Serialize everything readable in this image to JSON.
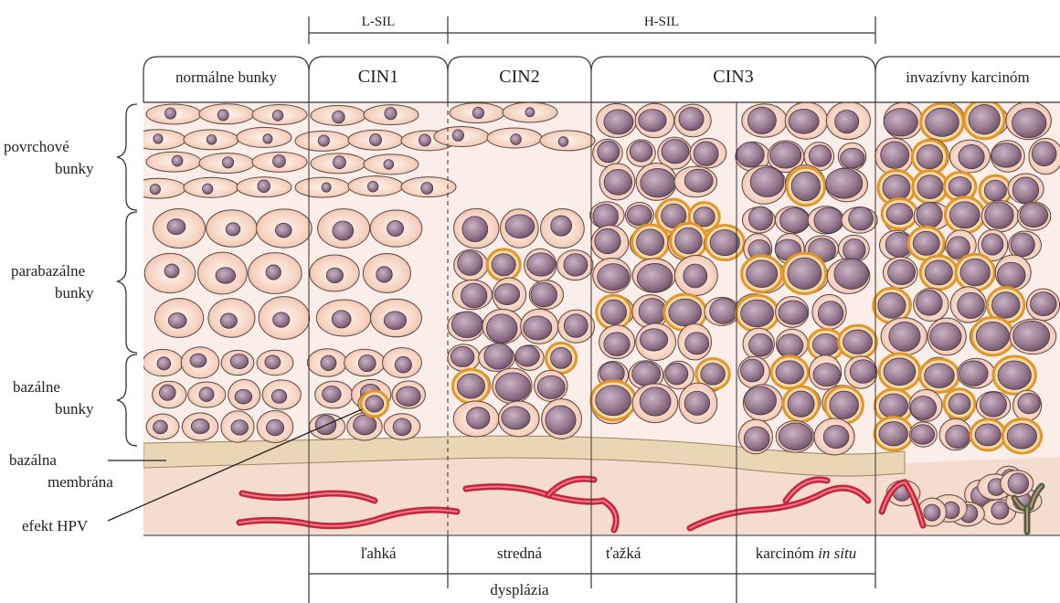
{
  "top_groups": {
    "lsil": "L-SIL",
    "hsil": "H-SIL"
  },
  "columns": {
    "normal": "normálne bunky",
    "cin1": "CIN1",
    "cin2": "CIN2",
    "cin3": "CIN3",
    "invasive": "invazívny karcinóm"
  },
  "left_labels": {
    "superficial_1": "povrchové",
    "superficial_2": "bunky",
    "parabasal_1": "parabazálne",
    "parabasal_2": "bunky",
    "basal_1": "bazálne",
    "basal_2": "bunky",
    "membrane_1": "bazálna",
    "membrane_2": "membrána",
    "hpv": "efekt HPV"
  },
  "bottom": {
    "mild": "ľahká",
    "moderate": "stredná",
    "severe": "ťažká",
    "cis_prefix": "karcinóm",
    "cis_italic": "in situ",
    "dysplasia": "dysplázia"
  },
  "colors": {
    "cell_fill": "#f3c9b6",
    "cell_edge": "#5a4a48",
    "nucleus": "#9c7f96",
    "halo": "#e0962a",
    "membrane": "#e9d6b4",
    "stroma": "#f4dccf",
    "vessel": "#c4263c",
    "vessel_green": "#3f6b3f"
  }
}
